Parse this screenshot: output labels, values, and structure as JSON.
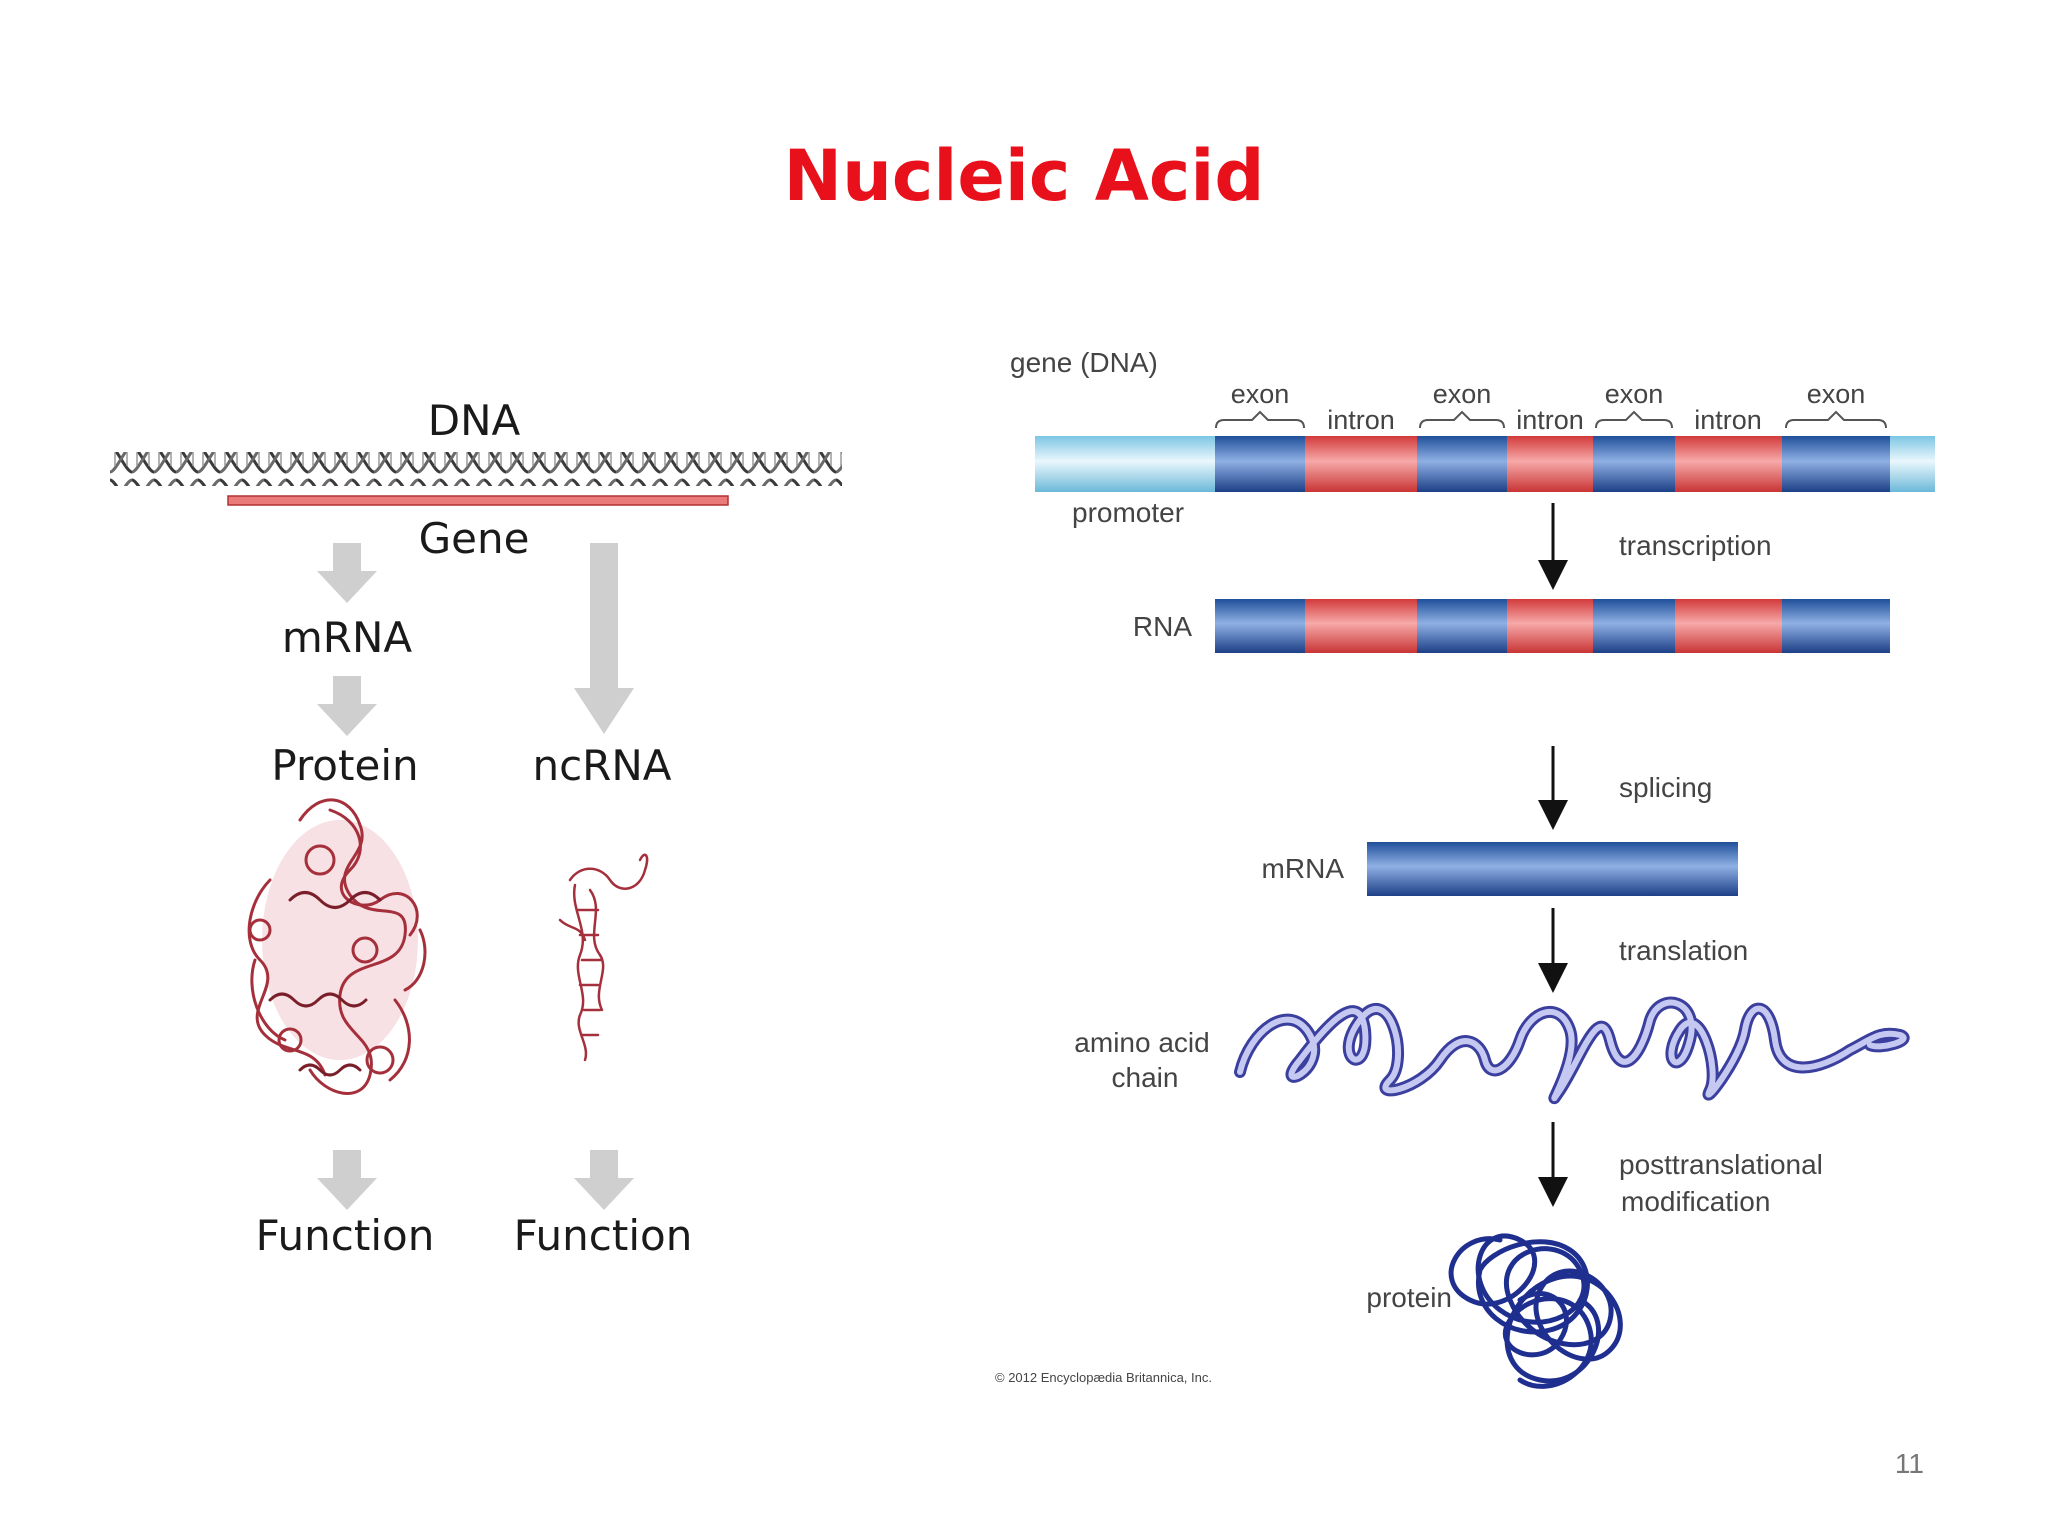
{
  "slide": {
    "title": "Nucleic Acid",
    "page_number": "11"
  },
  "colors": {
    "title": "#e8101a",
    "exon": "#3a63b0",
    "intron": "#e25555",
    "flank": "#a9d8ec",
    "arrow_gray": "#cfcfcf",
    "protein_red": "#b33a44",
    "chain_purple": "#8a8fd8",
    "protein_blue": "#1f2f8f"
  },
  "left_diagram": {
    "dna": "DNA",
    "gene": "Gene",
    "mrna": "mRNA",
    "protein": "Protein",
    "ncrna": "ncRNA",
    "function_protein": "Function",
    "function_ncrna": "Function"
  },
  "right_diagram": {
    "gene_label": "gene (DNA)",
    "promoter": "promoter",
    "exon_labels": [
      "exon",
      "exon",
      "exon",
      "exon"
    ],
    "intron_labels": [
      "intron",
      "intron",
      "intron"
    ],
    "rna": "RNA",
    "mrna": "mRNA",
    "amino_acid_chain": [
      "amino acid",
      "chain"
    ],
    "protein": "protein",
    "steps": {
      "transcription": "transcription",
      "splicing": "splicing",
      "translation": "translation",
      "posttranslational": [
        "posttranslational",
        "modification"
      ]
    },
    "copyright": "© 2012 Encyclopædia Britannica, Inc."
  }
}
